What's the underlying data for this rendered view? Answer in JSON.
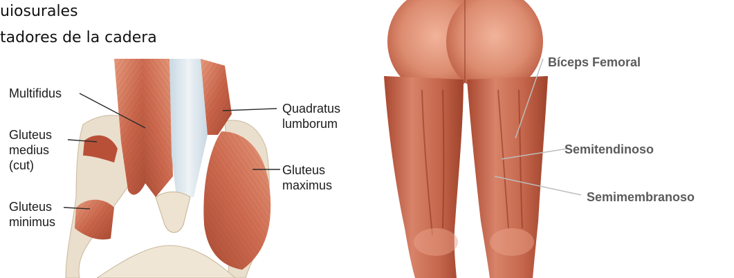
{
  "header": {
    "line1": "uiosurales",
    "line2": "tadores de la cadera"
  },
  "left_figure": {
    "labels": {
      "multifidus": "Multifidus",
      "quadratus_line1": "Quadratus",
      "quadratus_line2": "lumborum",
      "gluteus_medius_line1": "Gluteus",
      "gluteus_medius_line2": "medius",
      "gluteus_medius_line3": "(cut)",
      "gluteus_maximus_line1": "Gluteus",
      "gluteus_maximus_line2": "maximus",
      "gluteus_minimus_line1": "Gluteus",
      "gluteus_minimus_line2": "minimus"
    }
  },
  "right_figure": {
    "labels": {
      "biceps_femoral": "Bíceps Femoral",
      "semitendinoso": "Semitendinoso",
      "semimembranoso": "Semimembranoso"
    }
  },
  "colors": {
    "muscle_dark": "#b9533a",
    "muscle_mid": "#d77a5e",
    "muscle_light": "#eaa288",
    "bone": "#ece1cf",
    "tendon": "#dce7ee",
    "leader_line": "#2b2b2b",
    "leader_line_right": "#bdbdbd"
  }
}
